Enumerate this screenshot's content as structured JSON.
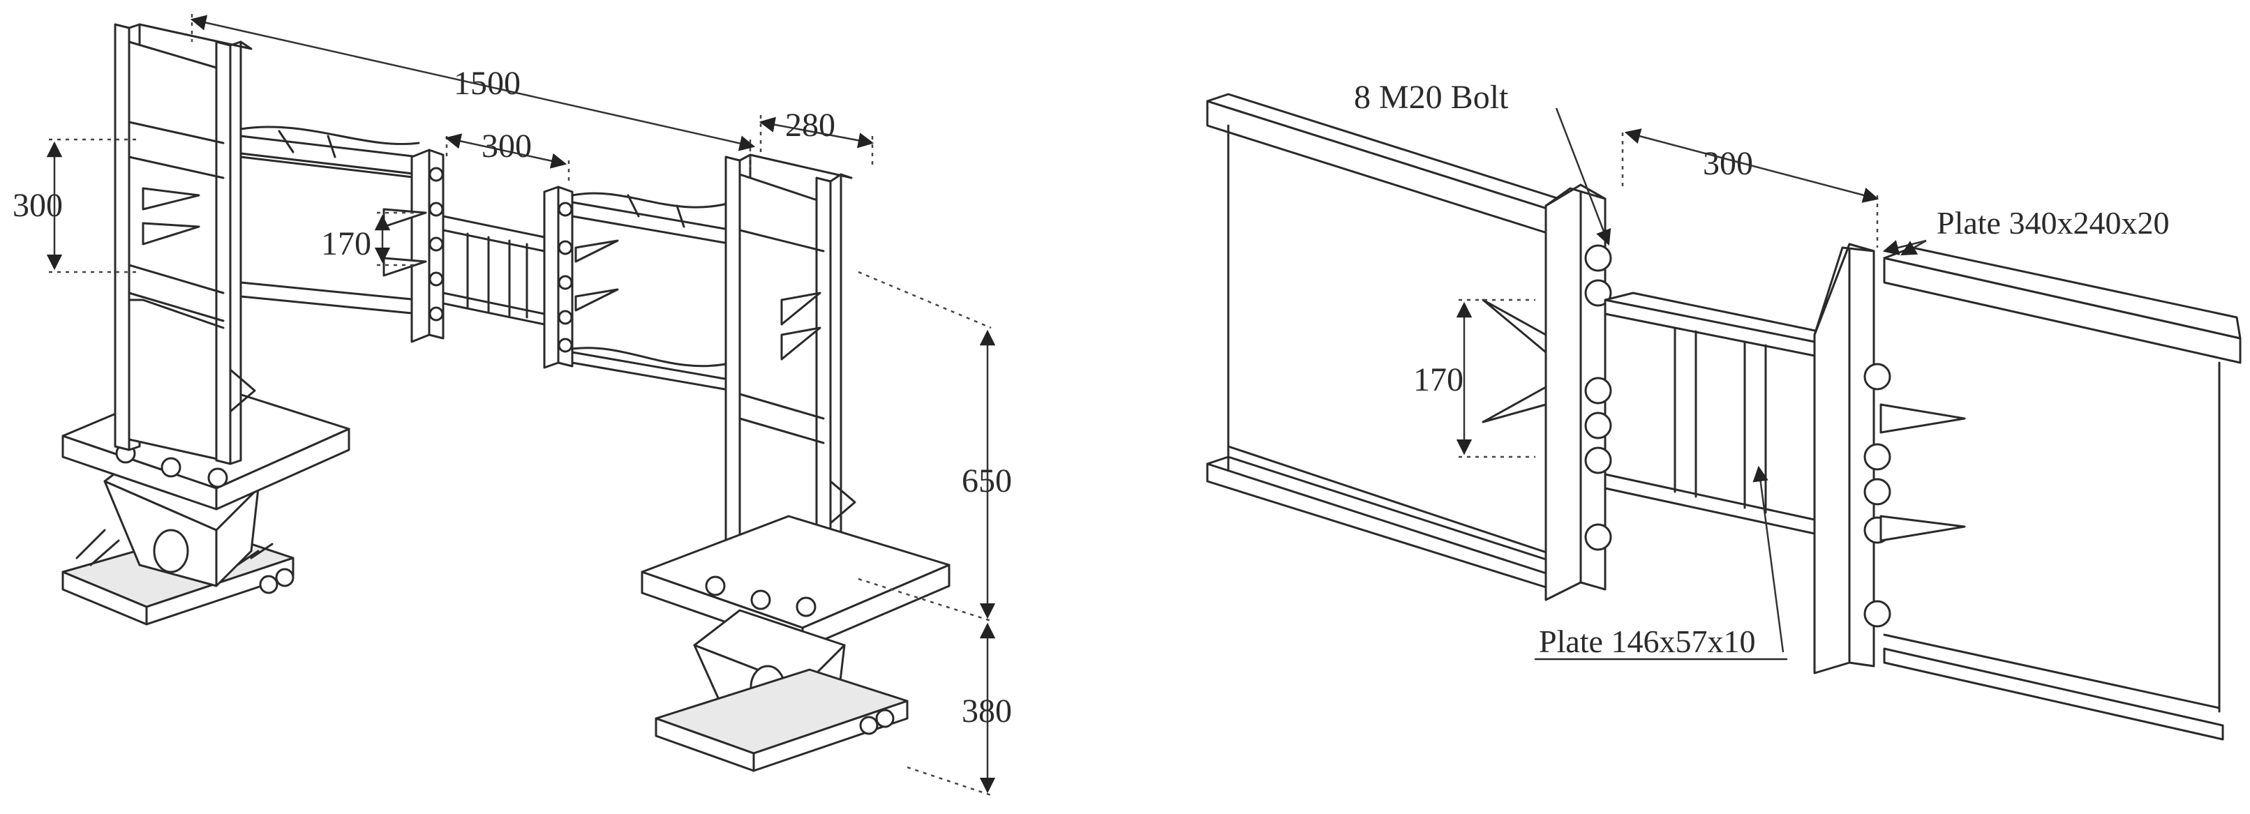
{
  "left_view": {
    "dim_total_span": "1500",
    "dim_gap": "300",
    "dim_column_width": "280",
    "dim_beam_height": "300",
    "dim_stiffener_spacing": "170",
    "dim_column_height": "650",
    "dim_pedestal_height": "380"
  },
  "right_view": {
    "bolt_label": "8 M20 Bolt",
    "dim_gap": "300",
    "end_plate_label": "Plate 340x240x20",
    "dim_stiffener_spacing": "170",
    "link_plate_label": "Plate 146x57x10"
  }
}
